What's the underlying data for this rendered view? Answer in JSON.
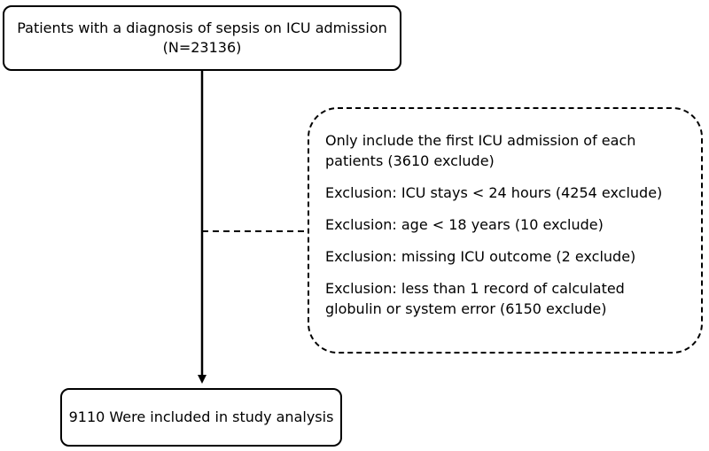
{
  "top_box": {
    "line1": "Patients with a diagnosis of sepsis on ICU admission",
    "line2": "(N=23136)"
  },
  "exclusions": [
    {
      "lines": [
        "Only include the first ICU admission of each",
        "patients   (3610 exclude)"
      ]
    },
    {
      "lines": [
        "Exclusion: ICU stays < 24 hours  (4254 exclude)"
      ]
    },
    {
      "lines": [
        "Exclusion: age < 18 years (10 exclude)"
      ]
    },
    {
      "lines": [
        "Exclusion: missing ICU outcome (2 exclude)"
      ]
    },
    {
      "lines": [
        "Exclusion: less than 1 record of calculated",
        "globulin or system error (6150 exclude)"
      ]
    }
  ],
  "bottom_box": {
    "text": "9110 Were included in study analysis"
  }
}
